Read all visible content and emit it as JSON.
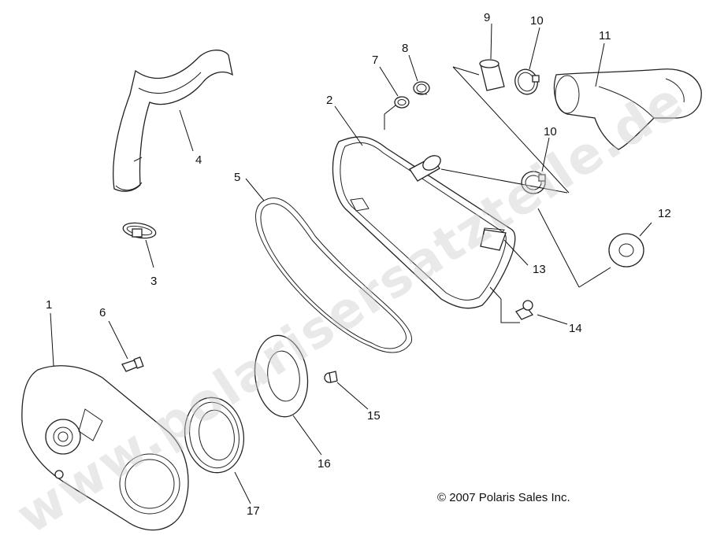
{
  "watermark": "www.polarisersatzteile.de",
  "copyright": "© 2007 Polaris Sales Inc.",
  "callouts": {
    "c1": "1",
    "c2": "2",
    "c3": "3",
    "c4": "4",
    "c5": "5",
    "c6": "6",
    "c7": "7",
    "c8": "8",
    "c9": "9",
    "c10a": "10",
    "c10b": "10",
    "c11": "11",
    "c12": "12",
    "c13": "13",
    "c14": "14",
    "c15": "15",
    "c16": "16",
    "c17": "17"
  },
  "colors": {
    "line": "#222222",
    "background": "#ffffff",
    "watermark": "#cfcfcf"
  }
}
